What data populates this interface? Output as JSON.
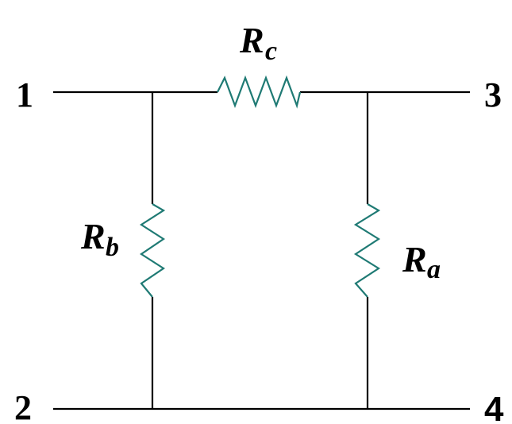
{
  "diagram": {
    "type": "resistor-network",
    "description": "Pi network of three resistors between port 1-2 and port 3-4",
    "colors": {
      "wire": "#000000",
      "resistor": "#1f7a74",
      "text": "#000000",
      "background": "#ffffff"
    },
    "terminals": [
      {
        "id": "t1",
        "label": "1"
      },
      {
        "id": "t2",
        "label": "2"
      },
      {
        "id": "t3",
        "label": "3"
      },
      {
        "id": "t4",
        "label": "4"
      }
    ],
    "resistors": [
      {
        "id": "rc",
        "symbol": "R",
        "subscript": "c",
        "connects": [
          "node-top-left",
          "node-top-right"
        ],
        "orientation": "horizontal"
      },
      {
        "id": "rb",
        "symbol": "R",
        "subscript": "b",
        "connects": [
          "node-top-left",
          "node-bottom-left"
        ],
        "orientation": "vertical"
      },
      {
        "id": "ra",
        "symbol": "R",
        "subscript": "a",
        "connects": [
          "node-top-right",
          "node-bottom-right"
        ],
        "orientation": "vertical"
      }
    ]
  }
}
